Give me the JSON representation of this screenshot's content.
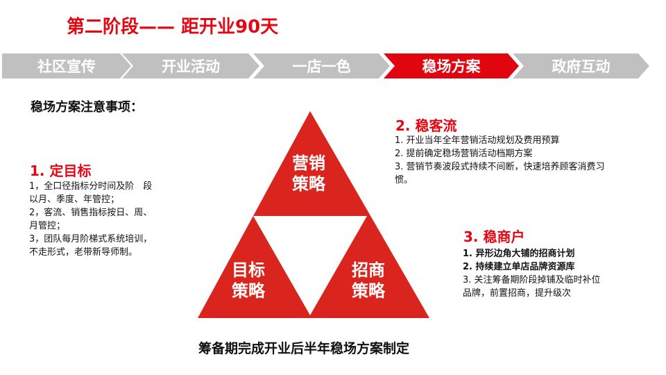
{
  "title": "第二阶段—— 距开业90天",
  "steps": [
    {
      "label": "社区宣传",
      "active": false
    },
    {
      "label": "开业活动",
      "active": false
    },
    {
      "label": "一店一色",
      "active": false
    },
    {
      "label": "稳场方案",
      "active": true
    },
    {
      "label": "政府互动",
      "active": false
    }
  ],
  "colors": {
    "accent_red": "#e30613",
    "triangle_red": "#d9251d",
    "step_gray": "#c0c0c0",
    "text": "#111111"
  },
  "section_heading": "稳场方案注意事项：",
  "blocks": {
    "target": {
      "title": "1. 定目标",
      "lines": [
        "1，全口径指标分时间及阶　段",
        "以月、季度、年管控；",
        "2，客流、销售指标按日、周、",
        "月管控；",
        "3，团队每月阶梯式系统培训，",
        "不走形式，老带新导师制。"
      ]
    },
    "traffic": {
      "title": "2. 稳客流",
      "lines": [
        "1. 开业当年全年营销活动规划及费用预算",
        "2. 提前确定稳场营销活动档期方案",
        "3. 营销节奏波段式持续不间断，快速培养顾客消费习",
        "惯。"
      ]
    },
    "tenants": {
      "title": "3. 稳商户",
      "lines": [
        "1. 异形边角大铺的招商计划",
        "2. 持续建立单店品牌资源库",
        "3. 关注筹备期阶段掉铺及临时补位",
        "品牌，前置招商，提升级次"
      ]
    }
  },
  "triangle": {
    "top": {
      "line1": "营销",
      "line2": "策略"
    },
    "left": {
      "line1": "目标",
      "line2": "策略"
    },
    "right": {
      "line1": "招商",
      "line2": "策略"
    }
  },
  "caption": "筹备期完成开业后半年稳场方案制定"
}
